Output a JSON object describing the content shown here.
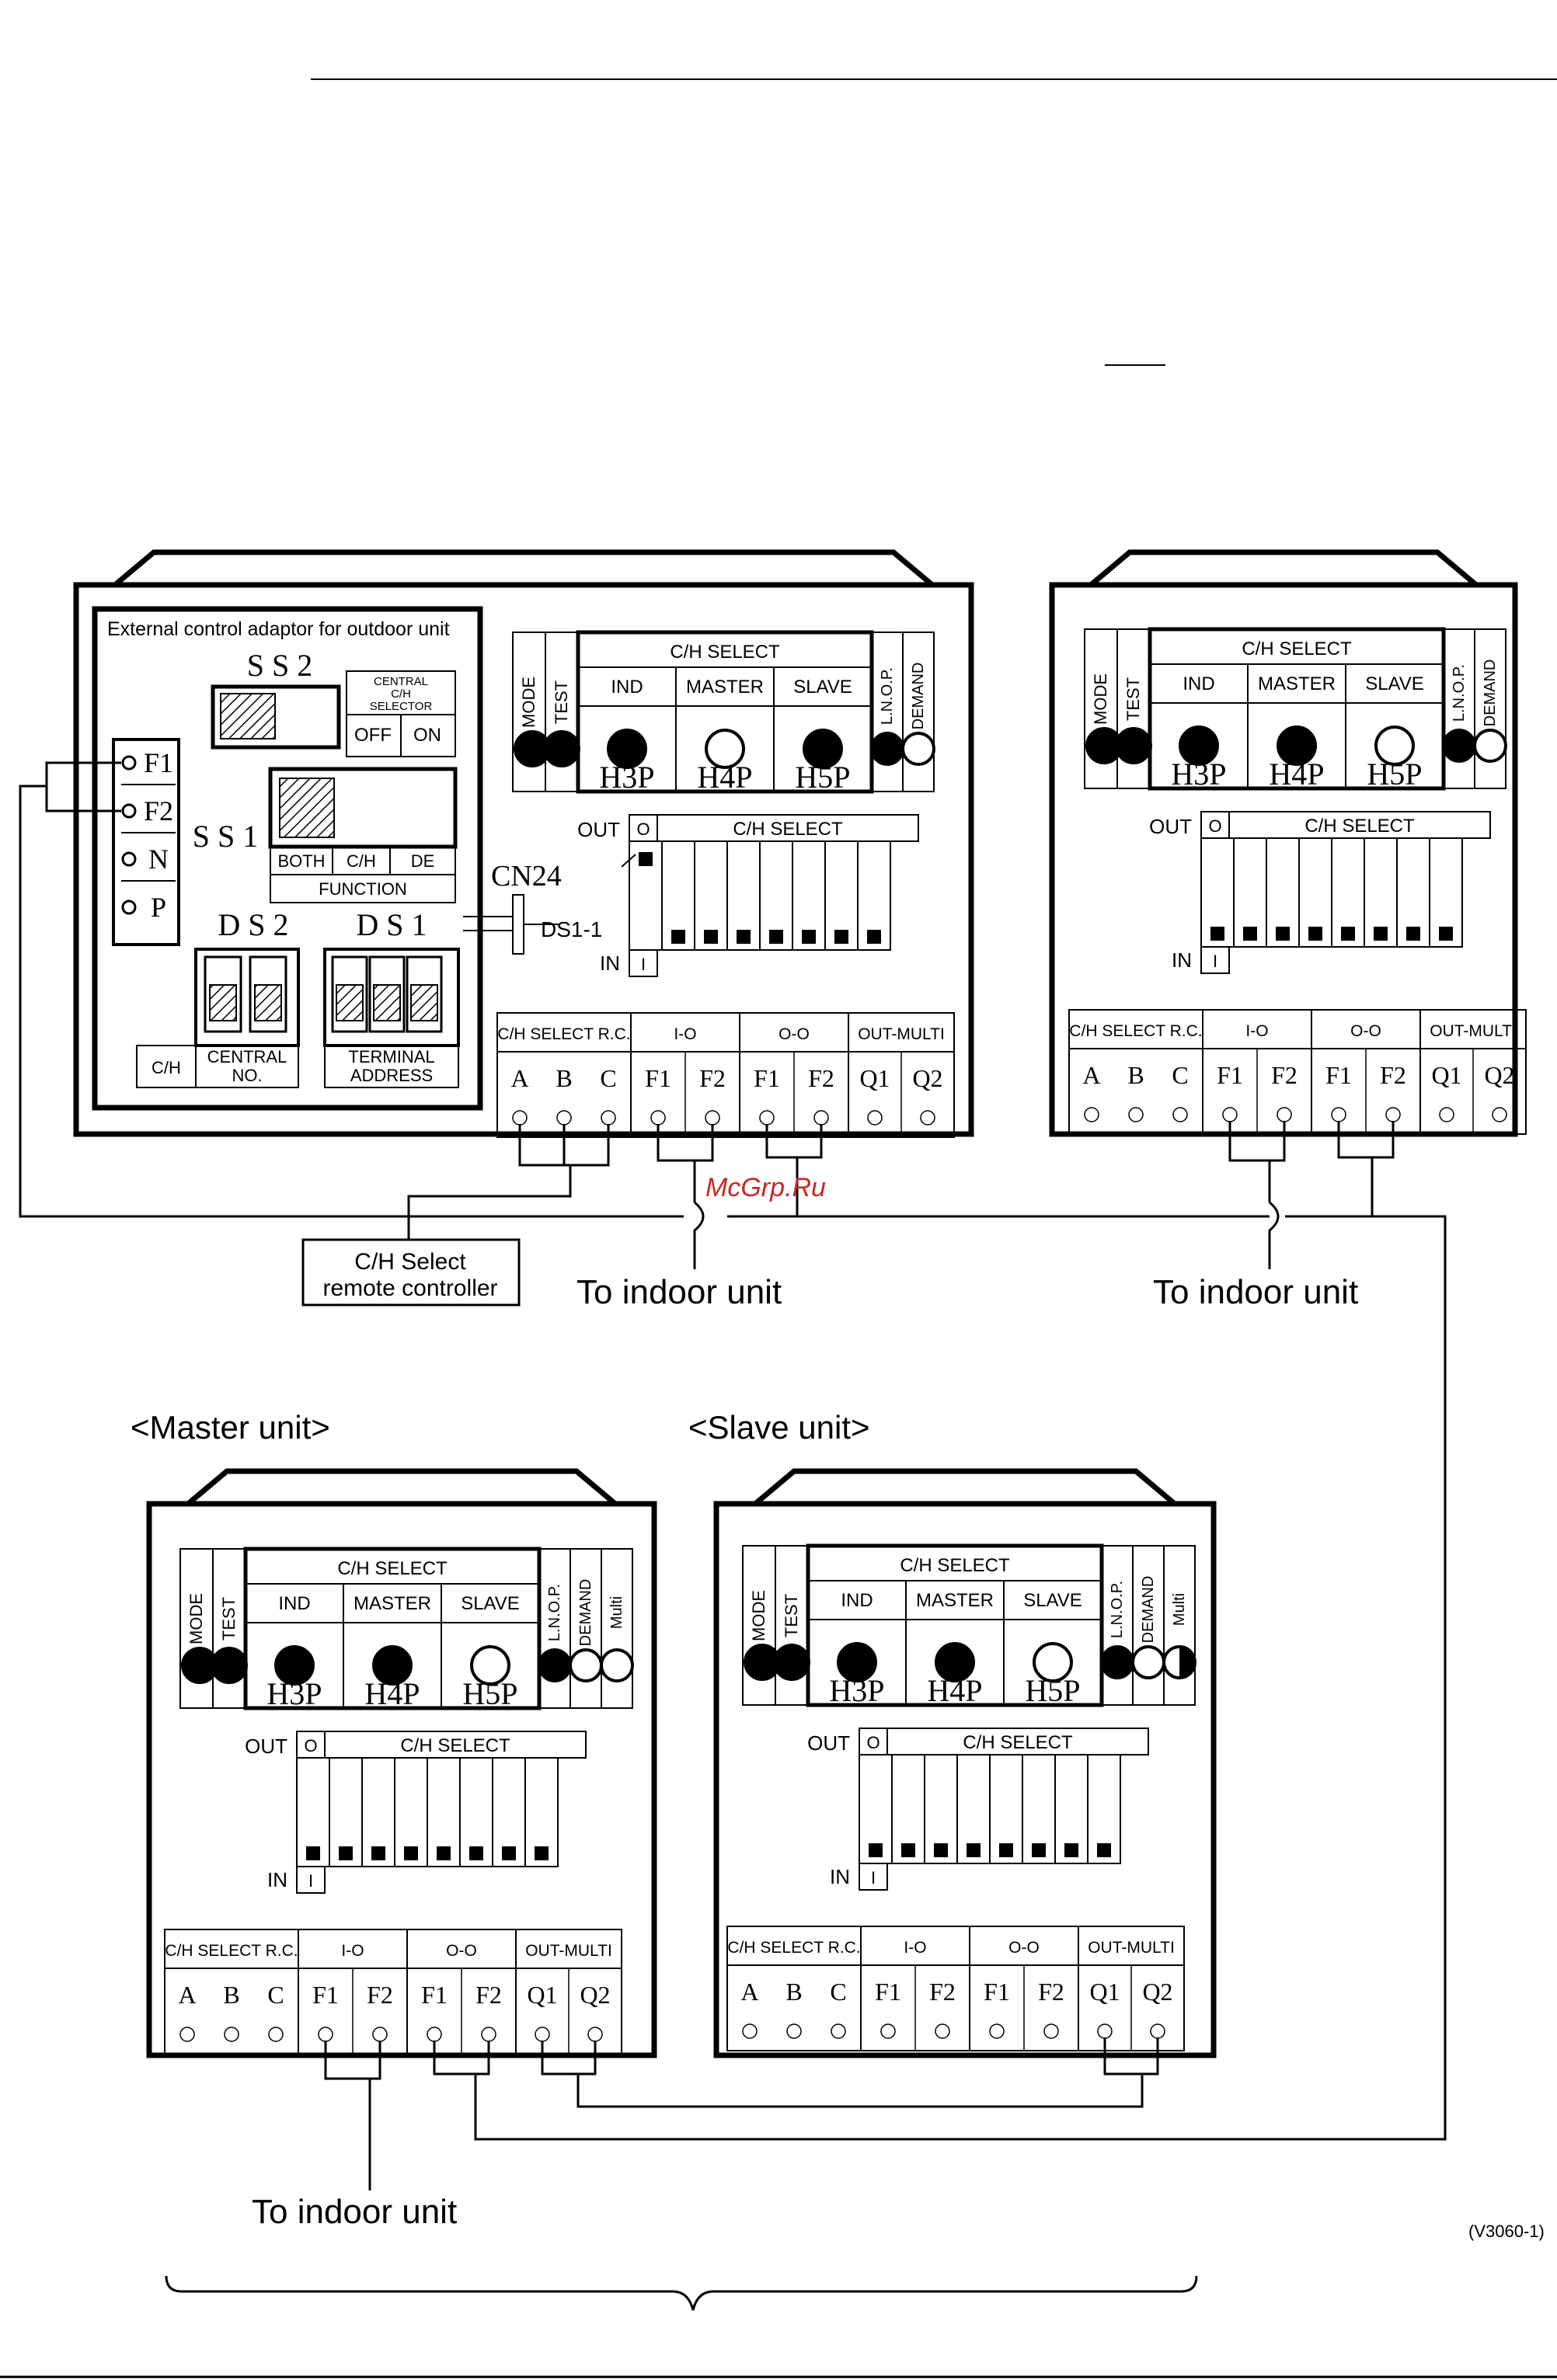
{
  "watermark": "McGrp.Ru",
  "figure_code": "(V3060-1)",
  "labels": {
    "master_unit": "<Master unit>",
    "slave_unit": "<Slave unit>",
    "to_indoor_unit": "To indoor unit",
    "ch_select_remote": [
      "C/H Select",
      "remote controller"
    ]
  },
  "adaptor": {
    "title": "External control adaptor for outdoor unit",
    "ss2": "S S 2",
    "ss1": "S S 1",
    "ds2": "D S 2",
    "ds1": "D S 1",
    "central_selector": [
      "CENTRAL",
      "C/H",
      "SELECTOR"
    ],
    "off": "OFF",
    "on": "ON",
    "function_options": [
      "BOTH",
      "C/H",
      "DE"
    ],
    "function": "FUNCTION",
    "ch": "C/H",
    "central_no": [
      "CENTRAL",
      "NO."
    ],
    "terminal_address": [
      "TERMINAL",
      "ADDRESS"
    ],
    "terminals": [
      "F1",
      "F2",
      "N",
      "P"
    ],
    "cn24": "CN24",
    "ds1_1": "DS1-1"
  },
  "panel_text": {
    "mode": "MODE",
    "test": "TEST",
    "ch_select": "C/H SELECT",
    "ind": "IND",
    "master": "MASTER",
    "slave": "SLAVE",
    "lnop": "L.N.O.P.",
    "demand": "DEMAND",
    "multi": "Multi",
    "leds": [
      "H3P",
      "H4P",
      "H5P"
    ],
    "out": "OUT",
    "in": "IN",
    "o": "O",
    "i": "I",
    "groups": [
      "C/H SELECT R.C.",
      "I-O",
      "O-O",
      "OUT-MULTI"
    ],
    "terminals": [
      "A",
      "B",
      "C",
      "F1",
      "F2",
      "F1",
      "F2",
      "Q1",
      "Q2"
    ]
  },
  "units": [
    {
      "name": "top-left",
      "leds": [
        "on",
        "off",
        "on"
      ],
      "lnop": "on",
      "demand": "off",
      "multi": null
    },
    {
      "name": "top-right",
      "leds": [
        "on",
        "on",
        "off"
      ],
      "lnop": "on",
      "demand": "off",
      "multi": null
    },
    {
      "name": "master",
      "leds": [
        "on",
        "on",
        "off"
      ],
      "lnop": "on",
      "demand": "off",
      "multi": "off"
    },
    {
      "name": "slave",
      "leds": [
        "on",
        "on",
        "off"
      ],
      "lnop": "on",
      "demand": "off",
      "multi": "half"
    }
  ]
}
